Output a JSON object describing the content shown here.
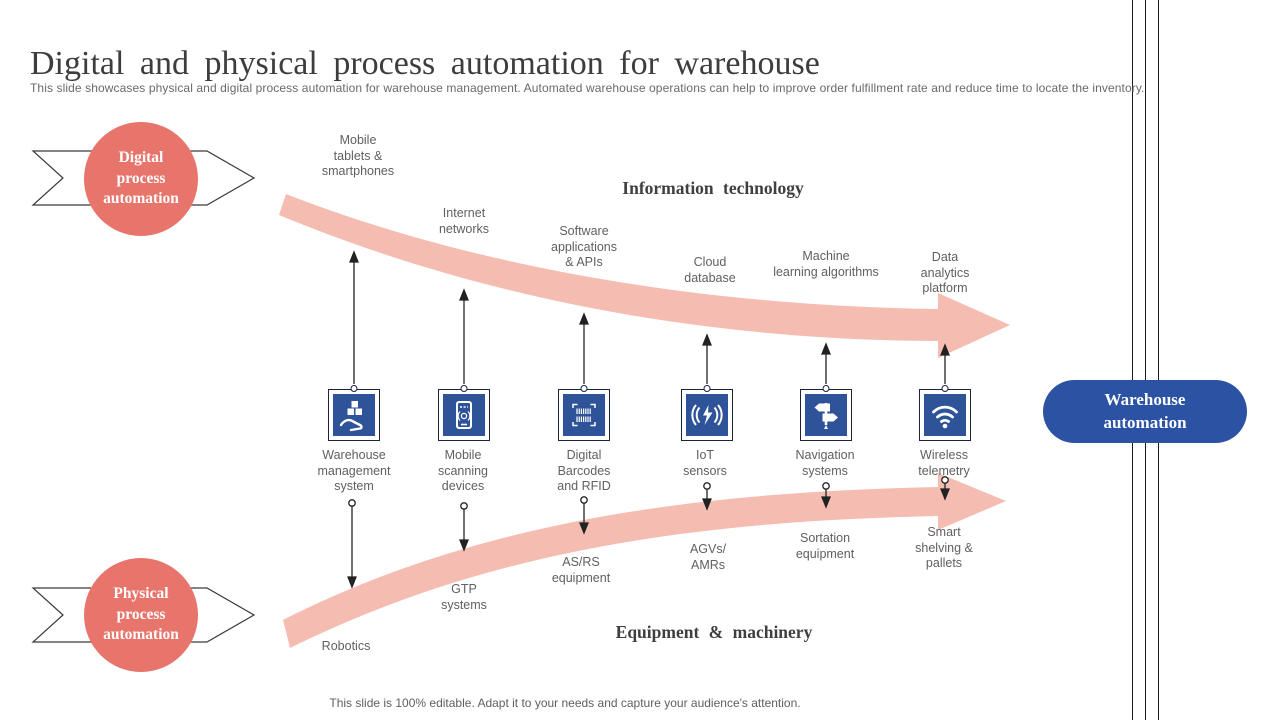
{
  "slide": {
    "title": "Digital and physical process automation for warehouse",
    "subtitle": "This slide showcases physical and digital process automation for warehouse management. Automated warehouse operations can help to improve order fulfillment rate and reduce time to locate the inventory.",
    "footer": "This slide is 100% editable. Adapt it to your needs and capture your audience's attention."
  },
  "badges": {
    "digital": "Digital\nprocess\nautomation",
    "physical": "Physical\nprocess\nautomation",
    "result": "Warehouse\nautomation"
  },
  "sections": {
    "top": "Information technology",
    "bottom": "Equipment & machinery"
  },
  "columns": [
    {
      "top_label": "Mobile\ntablets &\nsmartphones",
      "icon": "hand-with-boxes-icon",
      "icon_label": "Warehouse\nmanagement\nsystem",
      "bottom_label": "Robotics"
    },
    {
      "top_label": "Internet\nnetworks",
      "icon": "mobile-scanner-icon",
      "icon_label": "Mobile\nscanning\ndevices",
      "bottom_label": "GTP\nsystems"
    },
    {
      "top_label": "Software\napplications\n& APIs",
      "icon": "barcode-icon",
      "icon_label": "Digital\nBarcodes\nand RFID",
      "bottom_label": "AS/RS\nequipment"
    },
    {
      "top_label": "Cloud\ndatabase",
      "icon": "iot-signal-icon",
      "icon_label": "IoT\nsensors",
      "bottom_label": "AGVs/\nAMRs"
    },
    {
      "top_label": "Machine\nlearning algorithms",
      "icon": "signpost-icon",
      "icon_label": "Navigation\nsystems",
      "bottom_label": "Sortation\nequipment"
    },
    {
      "top_label": "Data\nanalytics\nplatform",
      "icon": "wifi-icon",
      "icon_label": "Wireless\ntelemetry",
      "bottom_label": "Smart\nshelving &\npallets"
    }
  ],
  "colors": {
    "accent_salmon": "#e8756c",
    "band_pink": "#f5bcb2",
    "icon_blue": "#2e5398",
    "pill_blue": "#2b52a3",
    "text_gray": "#5f5f5f",
    "title_gray": "#3d3d3d"
  }
}
